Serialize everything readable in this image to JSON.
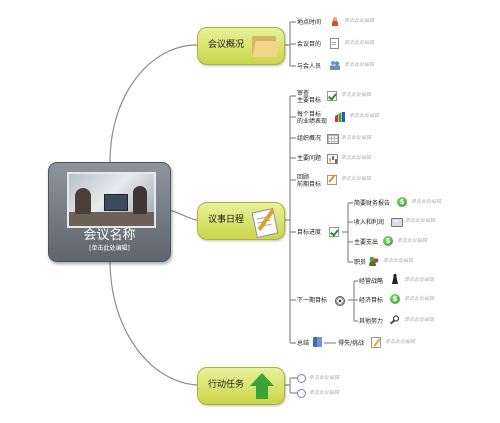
{
  "central": {
    "title": "会议名称",
    "subtitle": "[单击此处编辑]",
    "image_icon": "meeting-photo"
  },
  "placeholder": "单击此处编辑",
  "colors": {
    "branch_fill": "#d8e36a",
    "central_fill": "#767d85",
    "connector": "#8c8c8c",
    "ghost_text": "#b2b2b2"
  },
  "branches": [
    {
      "label": "会议概况",
      "icon": "folder-icon",
      "children": [
        {
          "label": "地点时间",
          "icon": "person-icon"
        },
        {
          "label": "会议目的",
          "icon": "document-icon"
        },
        {
          "label": "与会人员",
          "icon": "people-icon"
        }
      ]
    },
    {
      "label": "议事日程",
      "icon": "paper-pen-icon",
      "children": [
        {
          "label": "审查\n主要目标",
          "icon": "check-icon"
        },
        {
          "label": "每个目标\n的业绩表现",
          "icon": "chart-icon"
        },
        {
          "label": "组织概况",
          "icon": "grid-icon"
        },
        {
          "label": "主要问题",
          "icon": "bars-icon"
        },
        {
          "label": "回顾\n前期目标",
          "icon": "edit-icon"
        },
        {
          "label": "目标进度",
          "icon": "check-icon",
          "children": [
            {
              "label": "简要财务报告",
              "icon": "dollar-icon"
            },
            {
              "label": "收入和利润",
              "icon": "calculator-icon"
            },
            {
              "label": "主要支出",
              "icon": "dollar-icon"
            },
            {
              "label": "职员",
              "icon": "staff-icon"
            }
          ]
        },
        {
          "label": "下一期目标",
          "icon": "target-icon",
          "children": [
            {
              "label": "经营战略",
              "icon": "chess-icon"
            },
            {
              "label": "经济目标",
              "icon": "dollar-icon"
            },
            {
              "label": "其他努力",
              "icon": "magnifier-icon"
            }
          ]
        },
        {
          "label": "总结",
          "icon": "book-icon",
          "children": [
            {
              "label": "得失/挑战",
              "icon": "pencil-icon"
            }
          ]
        }
      ]
    },
    {
      "label": "行动任务",
      "icon": "up-arrow-icon",
      "children": [
        {
          "label": "",
          "icon": "radio-icon"
        },
        {
          "label": "",
          "icon": "radio-icon"
        }
      ]
    }
  ]
}
